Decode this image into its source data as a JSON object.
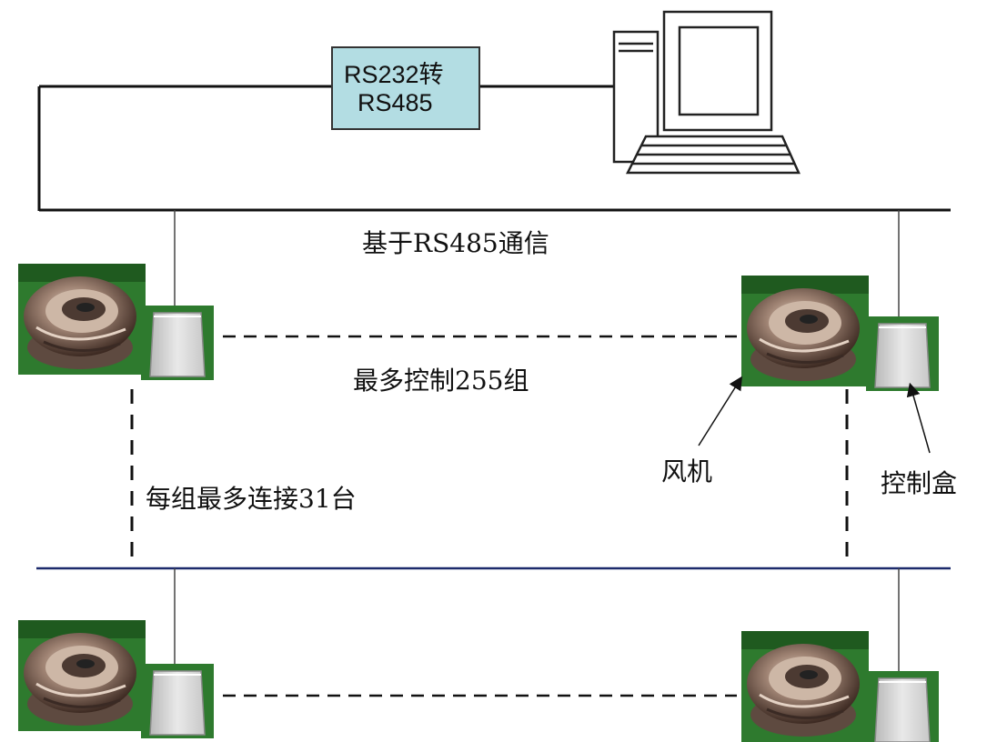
{
  "converter": {
    "line1": "RS232转",
    "line2": "RS485"
  },
  "labels": {
    "bus": "基于RS485通信",
    "max_groups": "最多控制255组",
    "per_group": "每组最多连接31台",
    "fan": "风机",
    "control_box": "控制盒"
  },
  "icons": {
    "computer": "computer-icon",
    "fan": "fan-icon",
    "control_box": "control-box-icon"
  },
  "colors": {
    "converter_fill": "#b3dde3",
    "line": "#111111",
    "bus_line_blue": "#1c2a6b",
    "photo_bg": "#2e7a2e"
  }
}
